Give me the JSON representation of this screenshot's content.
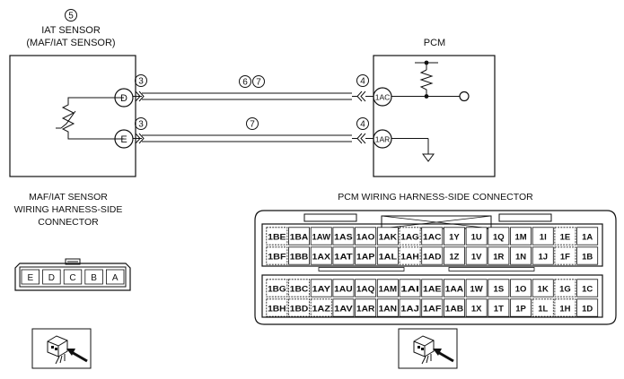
{
  "sensor": {
    "marker": "5",
    "title_line1": "IAT SENSOR",
    "title_line2": "(MAF/IAT SENSOR)",
    "pin_d": "D",
    "pin_e": "E"
  },
  "pcm": {
    "title": "PCM",
    "pin_1ac": "1AC",
    "pin_1ar": "1AR"
  },
  "wires": {
    "sensor_conn_top": "3",
    "sensor_conn_bottom": "3",
    "pcm_conn_top": "4",
    "pcm_conn_bottom": "4",
    "wire_top_a": "6",
    "wire_top_b": "7",
    "wire_bottom": "7"
  },
  "sensor_connector": {
    "caption_line1": "MAF/IAT SENSOR",
    "caption_line2": "WIRING HARNESS-SIDE",
    "caption_line3": "CONNECTOR",
    "pins": [
      "E",
      "D",
      "C",
      "B",
      "A"
    ]
  },
  "pcm_connector": {
    "caption": "PCM WIRING HARNESS-SIDE CONNECTOR",
    "rows": [
      [
        "1BE",
        "1BA",
        "1AW",
        "1AS",
        "1AO",
        "1AK",
        "1AG",
        "1AC",
        "1Y",
        "1U",
        "1Q",
        "1M",
        "1I",
        "1E",
        "1A"
      ],
      [
        "1BF",
        "1BB",
        "1AX",
        "1AT",
        "1AP",
        "1AL",
        "1AH",
        "1AD",
        "1Z",
        "1V",
        "1R",
        "1N",
        "1J",
        "1F",
        "1B"
      ],
      [
        "1BG",
        "1BC",
        "1AY",
        "1AU",
        "1AQ",
        "1AM",
        "1AI",
        "1AE",
        "1AA",
        "1W",
        "1S",
        "1O",
        "1K",
        "1G",
        "1C"
      ],
      [
        "1BH",
        "1BD",
        "1AZ",
        "1AV",
        "1AR",
        "1AN",
        "1AJ",
        "1AF",
        "1AB",
        "1X",
        "1T",
        "1P",
        "1L",
        "1H",
        "1D"
      ]
    ]
  }
}
